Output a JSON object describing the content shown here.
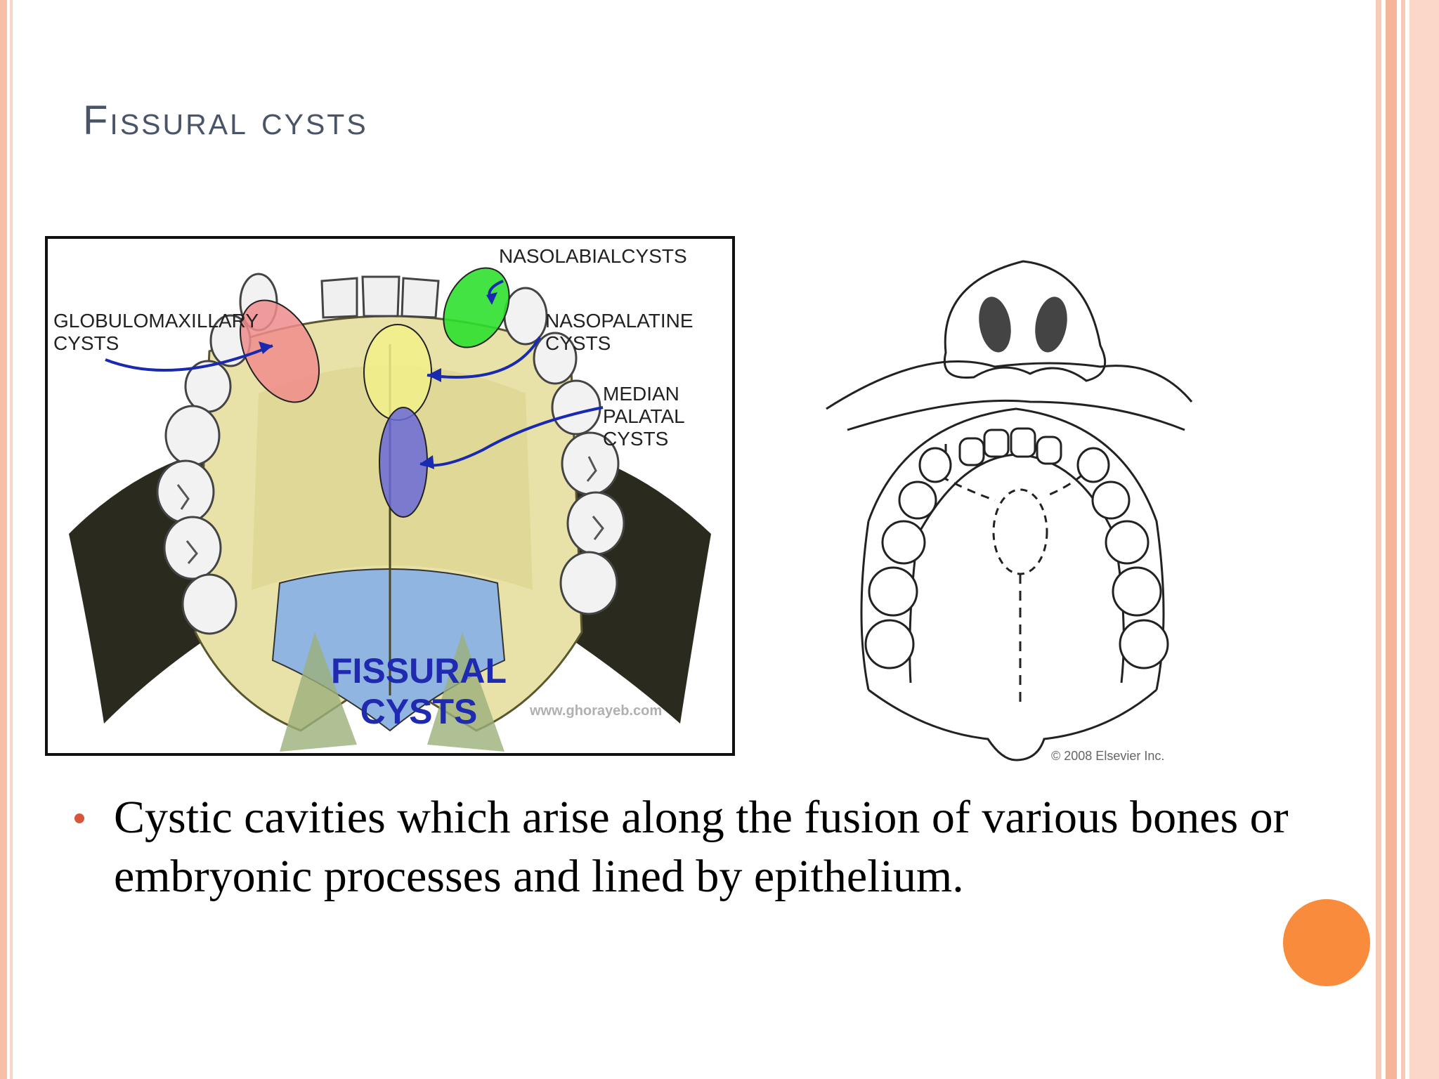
{
  "slide": {
    "title": "Fissural cysts",
    "bullet": "Cystic cavities which arise along the fusion of various bones or embryonic  processes and lined by epithelium."
  },
  "figure_left": {
    "labels": {
      "nasolabial": "NASOLABIALCYSTS",
      "globulomaxillary_1": "GLOBULOMAXILLARY",
      "globulomaxillary_2": "CYSTS",
      "nasopalatine_1": "NASOPALATINE",
      "nasopalatine_2": "CYSTS",
      "median_1": "MEDIAN",
      "median_2": "PALATAL",
      "median_3": "CYSTS",
      "caption_1": "FISSURAL",
      "caption_2": "CYSTS",
      "watermark": "www.ghorayeb.com"
    }
  },
  "figure_right": {
    "copyright": "© 2008 Elsevier Inc."
  },
  "colors": {
    "title": "#4a5467",
    "bullet": "#d9553a",
    "accent_circle": "#f98b3c",
    "globulomaxillary_oval": "#f08c8c",
    "nasolabial_oval": "#2ee02e",
    "nasopalatine_oval": "#f2f08a",
    "median_oval": "#6a6ad8",
    "arrow": "#1a2ab0"
  }
}
